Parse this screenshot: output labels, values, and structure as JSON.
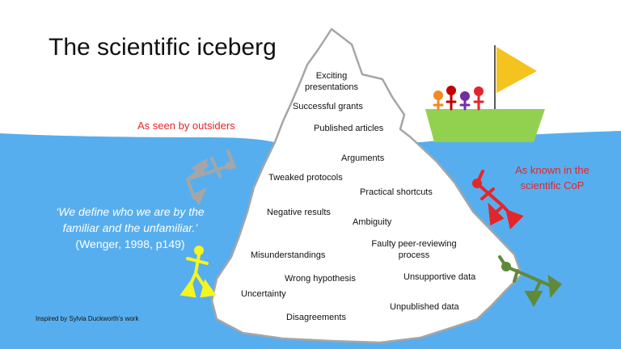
{
  "title": "The scientific iceberg",
  "outsider_label": "As seen by outsiders",
  "insider_label": "As known in the scientific CoP",
  "quote": {
    "text": "‘We define who we are by the familiar and the unfamiliar.’",
    "citation": "(Wenger, 1998, p149)"
  },
  "credit": "Inspired by Sylvia Duckworth’s  work",
  "above_water_items": [
    "Exciting presentations",
    "Successful grants",
    "Published articles"
  ],
  "below_water_items": [
    "Arguments",
    "Tweaked protocols",
    "Practical shortcuts",
    "Negative results",
    "Ambiguity",
    "Faulty peer-reviewing process",
    "Misunderstandings",
    "Wrong hypothesis",
    "Unsupportive data",
    "Uncertainty",
    "Unpublished data",
    "Disagreements"
  ],
  "colors": {
    "sea": "#57aeee",
    "ice": "#ffffff",
    "ice_outline": "#a6a6a6",
    "boat": "#92d050",
    "flag": "#f5c31f",
    "label_red": "#e3262a"
  }
}
